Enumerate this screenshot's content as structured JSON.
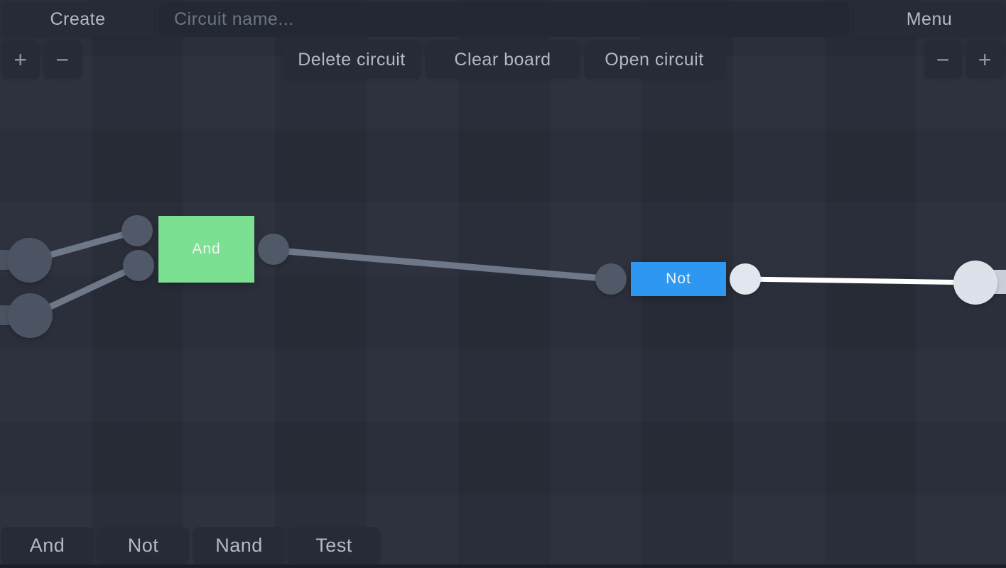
{
  "topbar": {
    "create": "Create",
    "circuit_name_placeholder": "Circuit name...",
    "menu": "Menu",
    "delete_circuit": "Delete circuit",
    "clear_board": "Clear board",
    "open_circuit": "Open circuit",
    "zoom_left": {
      "in": "+",
      "out": "−"
    },
    "zoom_right": {
      "out": "−",
      "in": "+"
    }
  },
  "palette": {
    "items": [
      "And",
      "Not",
      "Nand",
      "Test"
    ]
  },
  "circuit": {
    "gates": [
      {
        "label": "And",
        "type": "and",
        "fill": "#7ce093",
        "output_state": "off"
      },
      {
        "label": "Not",
        "type": "not",
        "fill": "#2e97f2",
        "output_state": "on"
      }
    ],
    "input_switches": [
      {
        "state": "off"
      },
      {
        "state": "off"
      }
    ],
    "output_probe": {
      "state": "on"
    },
    "colors": {
      "wire_off": "#6f7889",
      "wire_on": "#ffffff",
      "node_off": "#505968",
      "node_on": "#e2e6ee",
      "canvas_bg": "#292d39",
      "button_bg": "#262b37"
    }
  }
}
